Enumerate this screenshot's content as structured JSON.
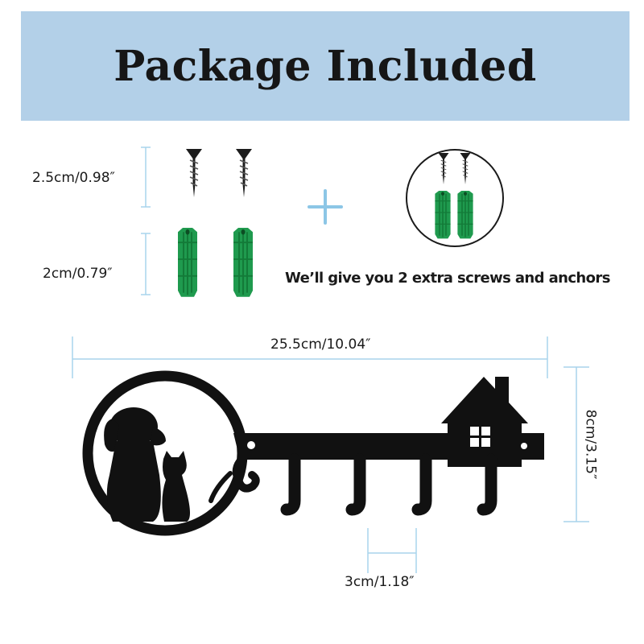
{
  "title": "Package Included",
  "dimensions": {
    "screw_length": "2.5cm/0.98″",
    "anchor_length": "2cm/0.79″",
    "total_width": "25.5cm/10.04″",
    "height": "8cm/3.15″",
    "hook_spacing": "3cm/1.18″"
  },
  "extras_caption": "We’ll give you 2 extra screws and anchors",
  "colors": {
    "banner": "#b3d0e8",
    "dimension_line": "#a8d4ec",
    "plus": "#8cc6e6",
    "anchor": "#1f9a4e",
    "hanger": "#111111"
  }
}
